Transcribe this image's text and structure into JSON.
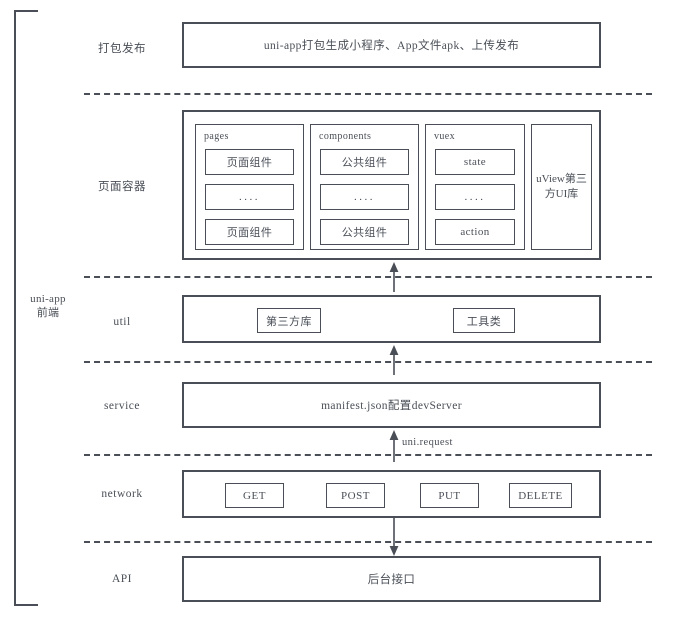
{
  "diagram": {
    "bracket_label": "uni-app\n前端",
    "layers": [
      {
        "id": "build",
        "label": "打包发布",
        "content": "uni-app打包生成小程序、App文件apk、上传发布"
      },
      {
        "id": "container",
        "label": "页面容器",
        "content": ""
      },
      {
        "id": "util",
        "label": "util",
        "content": ""
      },
      {
        "id": "service",
        "label": "service",
        "content": "manifest.json配置devServer"
      },
      {
        "id": "network",
        "label": "network",
        "content": ""
      },
      {
        "id": "api",
        "label": "API",
        "content": "后台接口"
      }
    ],
    "container_columns": [
      {
        "title": "pages",
        "cells": [
          "页面组件",
          "....",
          "页面组件"
        ]
      },
      {
        "title": "components",
        "cells": [
          "公共组件",
          "....",
          "公共组件"
        ]
      },
      {
        "title": "vuex",
        "cells": [
          "state",
          "....",
          "action"
        ]
      }
    ],
    "third_party_ui": "uView第三\n方UI库",
    "util_items": [
      "第三方库",
      "工具类"
    ],
    "network_items": [
      "GET",
      "POST",
      "PUT",
      "DELETE"
    ],
    "arrows": [
      {
        "id": "util-to-container",
        "direction": "up",
        "label": ""
      },
      {
        "id": "service-to-util",
        "direction": "up",
        "label": ""
      },
      {
        "id": "network-to-service",
        "direction": "up",
        "label": "uni.request"
      },
      {
        "id": "network-to-api",
        "direction": "down",
        "label": ""
      }
    ],
    "colors": {
      "line": "#4a4f57",
      "text": "#4a4f57",
      "background": "#ffffff"
    }
  }
}
